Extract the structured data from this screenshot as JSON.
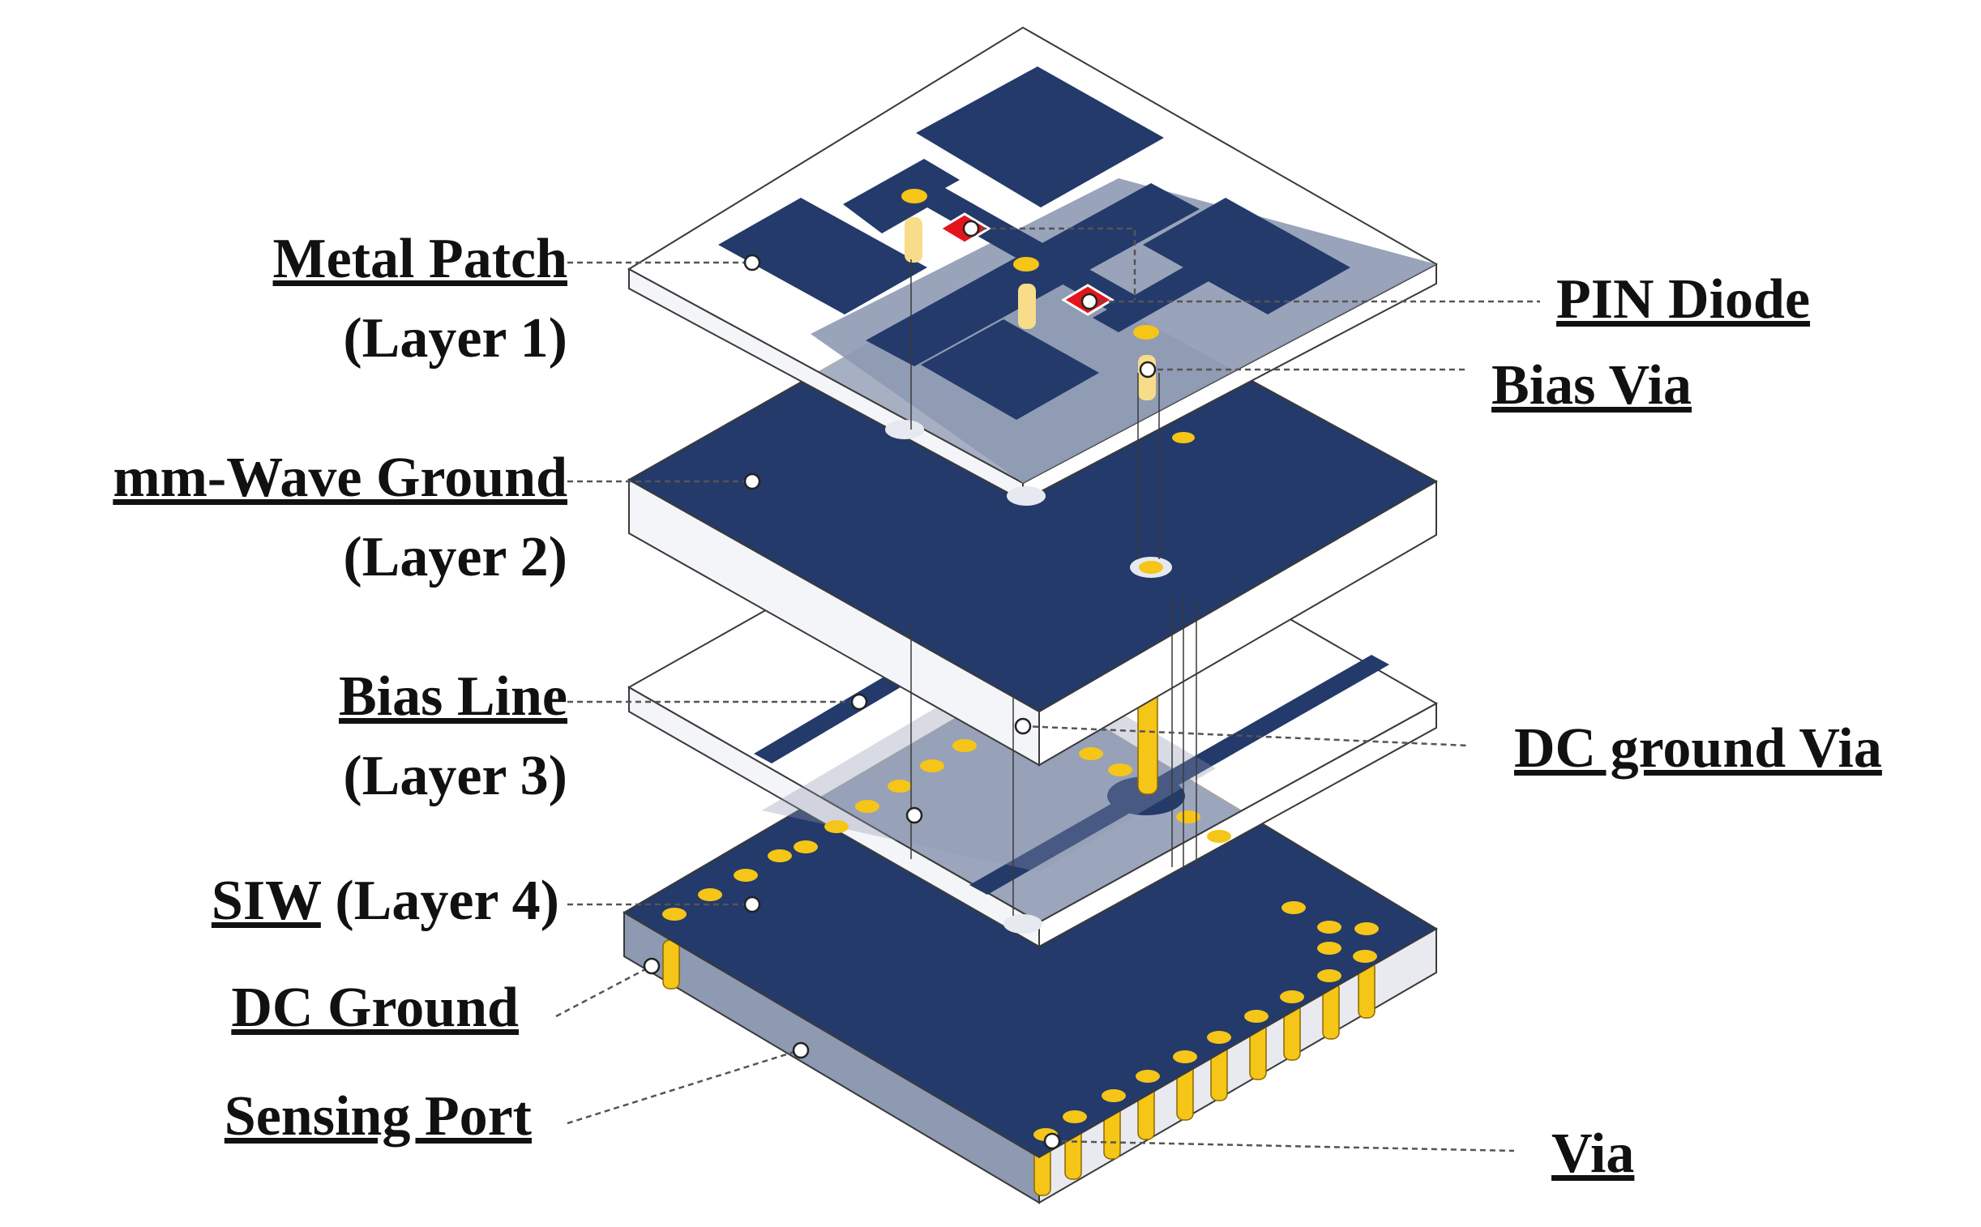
{
  "labels_left": [
    {
      "id": "metal-patch",
      "text": "Metal Patch",
      "underline": true
    },
    {
      "id": "layer1",
      "text": "(Layer 1)",
      "underline": false
    },
    {
      "id": "mmwave-ground",
      "text": "mm-Wave Ground",
      "underline": true
    },
    {
      "id": "layer2",
      "text": "(Layer 2)",
      "underline": false
    },
    {
      "id": "bias-line",
      "text": "Bias Line",
      "underline": true
    },
    {
      "id": "layer3",
      "text": "(Layer 3)",
      "underline": false
    },
    {
      "id": "siw",
      "text": "SIW",
      "underline": true
    },
    {
      "id": "layer4",
      "text": " (Layer 4)",
      "underline": false
    },
    {
      "id": "dc-ground",
      "text": "DC Ground",
      "underline": true
    },
    {
      "id": "sensing-port",
      "text": "Sensing Port",
      "underline": true
    }
  ],
  "labels_right": [
    {
      "id": "pin-diode",
      "text": "PIN Diode",
      "underline": true
    },
    {
      "id": "bias-via",
      "text": "Bias Via",
      "underline": true
    },
    {
      "id": "dc-ground-via",
      "text": "DC ground Via",
      "underline": true
    },
    {
      "id": "via",
      "text": "Via",
      "underline": true
    }
  ],
  "colors": {
    "metal": "#233a6a",
    "substrate_shade": "#8e99b2",
    "via_gold": "#f5c518",
    "via_light": "#f7dc8a",
    "diode": "#e3141b",
    "outline": "#3a3a3a",
    "leader": "#555555"
  }
}
